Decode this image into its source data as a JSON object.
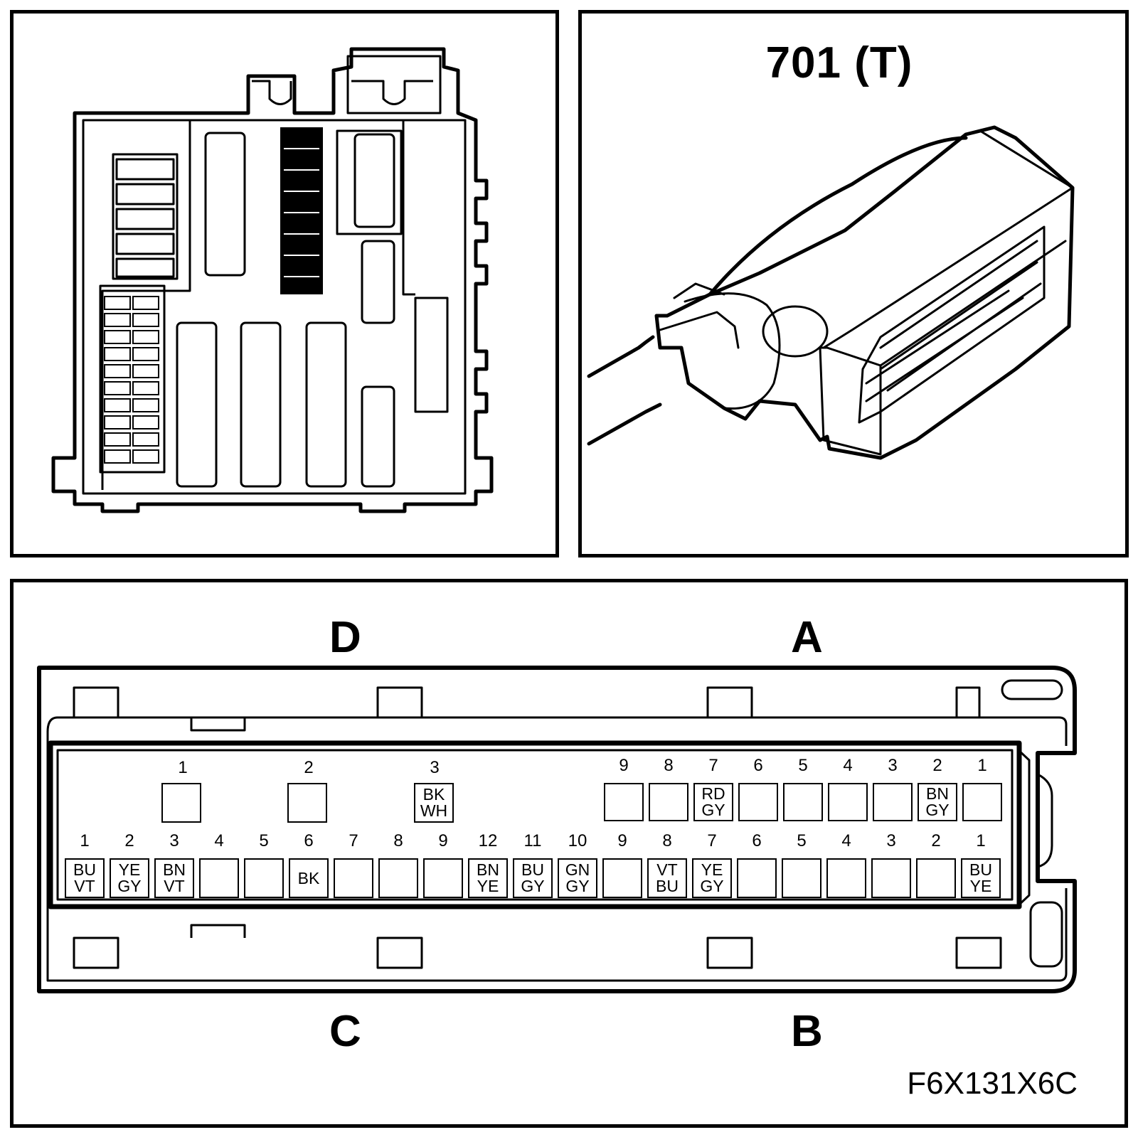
{
  "connector": {
    "label": "701 (T)"
  },
  "sides": {
    "top_left": "D",
    "top_right": "A",
    "bottom_left": "C",
    "bottom_right": "B"
  },
  "figure_code": "F6X131X6C",
  "top_row": {
    "left_group": [
      {
        "num": "1",
        "wire": []
      },
      {
        "num": "2",
        "wire": []
      },
      {
        "num": "3",
        "wire": [
          "BK",
          "WH"
        ]
      }
    ],
    "right_group": [
      {
        "num": "9",
        "wire": []
      },
      {
        "num": "8",
        "wire": []
      },
      {
        "num": "7",
        "wire": [
          "RD",
          "GY"
        ]
      },
      {
        "num": "6",
        "wire": []
      },
      {
        "num": "5",
        "wire": []
      },
      {
        "num": "4",
        "wire": []
      },
      {
        "num": "3",
        "wire": []
      },
      {
        "num": "2",
        "wire": [
          "BN",
          "GY"
        ]
      },
      {
        "num": "1",
        "wire": []
      }
    ]
  },
  "bottom_row": [
    {
      "num": "1",
      "wire": [
        "BU",
        "VT"
      ]
    },
    {
      "num": "2",
      "wire": [
        "YE",
        "GY"
      ]
    },
    {
      "num": "3",
      "wire": [
        "BN",
        "VT"
      ]
    },
    {
      "num": "4",
      "wire": []
    },
    {
      "num": "5",
      "wire": []
    },
    {
      "num": "6",
      "wire": [
        "BK"
      ]
    },
    {
      "num": "7",
      "wire": []
    },
    {
      "num": "8",
      "wire": []
    },
    {
      "num": "9",
      "wire": []
    },
    {
      "num": "12",
      "wire": [
        "BN",
        "YE"
      ]
    },
    {
      "num": "11",
      "wire": [
        "BU",
        "GY"
      ]
    },
    {
      "num": "10",
      "wire": [
        "GN",
        "GY"
      ]
    },
    {
      "num": "9",
      "wire": []
    },
    {
      "num": "8",
      "wire": [
        "VT",
        "BU"
      ]
    },
    {
      "num": "7",
      "wire": [
        "YE",
        "GY"
      ]
    },
    {
      "num": "6",
      "wire": []
    },
    {
      "num": "5",
      "wire": []
    },
    {
      "num": "4",
      "wire": []
    },
    {
      "num": "3",
      "wire": []
    },
    {
      "num": "2",
      "wire": []
    },
    {
      "num": "1",
      "wire": [
        "BU",
        "YE"
      ]
    }
  ]
}
